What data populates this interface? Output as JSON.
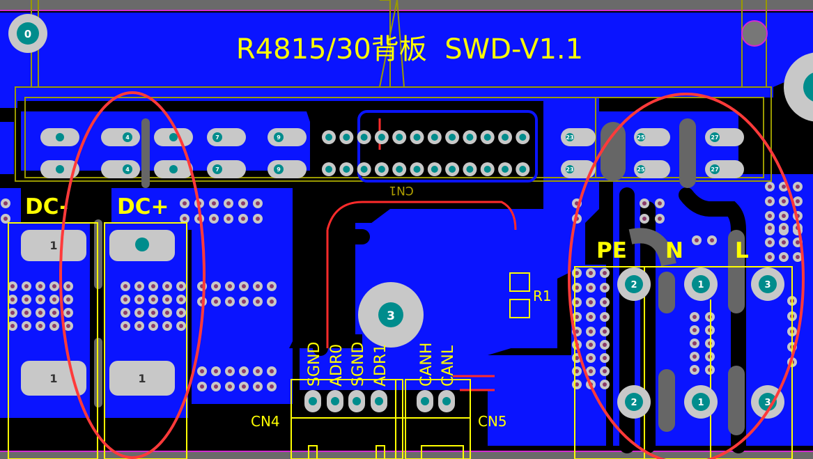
{
  "board_title": "R4815/30背板  SWD-V1.1",
  "labels": {
    "dc_minus": "DC-",
    "dc_plus": "DC+",
    "pe": "PE",
    "n": "N",
    "l": "L",
    "cn1": "CN1",
    "cn4": "CN4",
    "cn5": "CN5",
    "r1": "R1"
  },
  "cn4_pins": [
    "SGND",
    "ADR0",
    "SGND",
    "ADR1"
  ],
  "cn5_pins": [
    "CANH",
    "CANL"
  ],
  "mount_hole_left": "0",
  "mount_hole_center": "3",
  "dc_pad_numbers": [
    "1",
    "1",
    "1"
  ],
  "ac_pad_numbers": [
    "2",
    "1",
    "3",
    "2",
    "1",
    "3"
  ],
  "connector_pin_numbers": [
    "4",
    "7",
    "9",
    "23",
    "25",
    "27"
  ],
  "colors": {
    "board_black": "#000000",
    "copper_blue": "#0a14ff",
    "silkscreen_yellow": "#ffff00",
    "pad_gray": "#c8c8c8",
    "drill_teal": "#008c8c",
    "annotation_red": "#ff3030",
    "outline_olive": "#8c8c00"
  }
}
